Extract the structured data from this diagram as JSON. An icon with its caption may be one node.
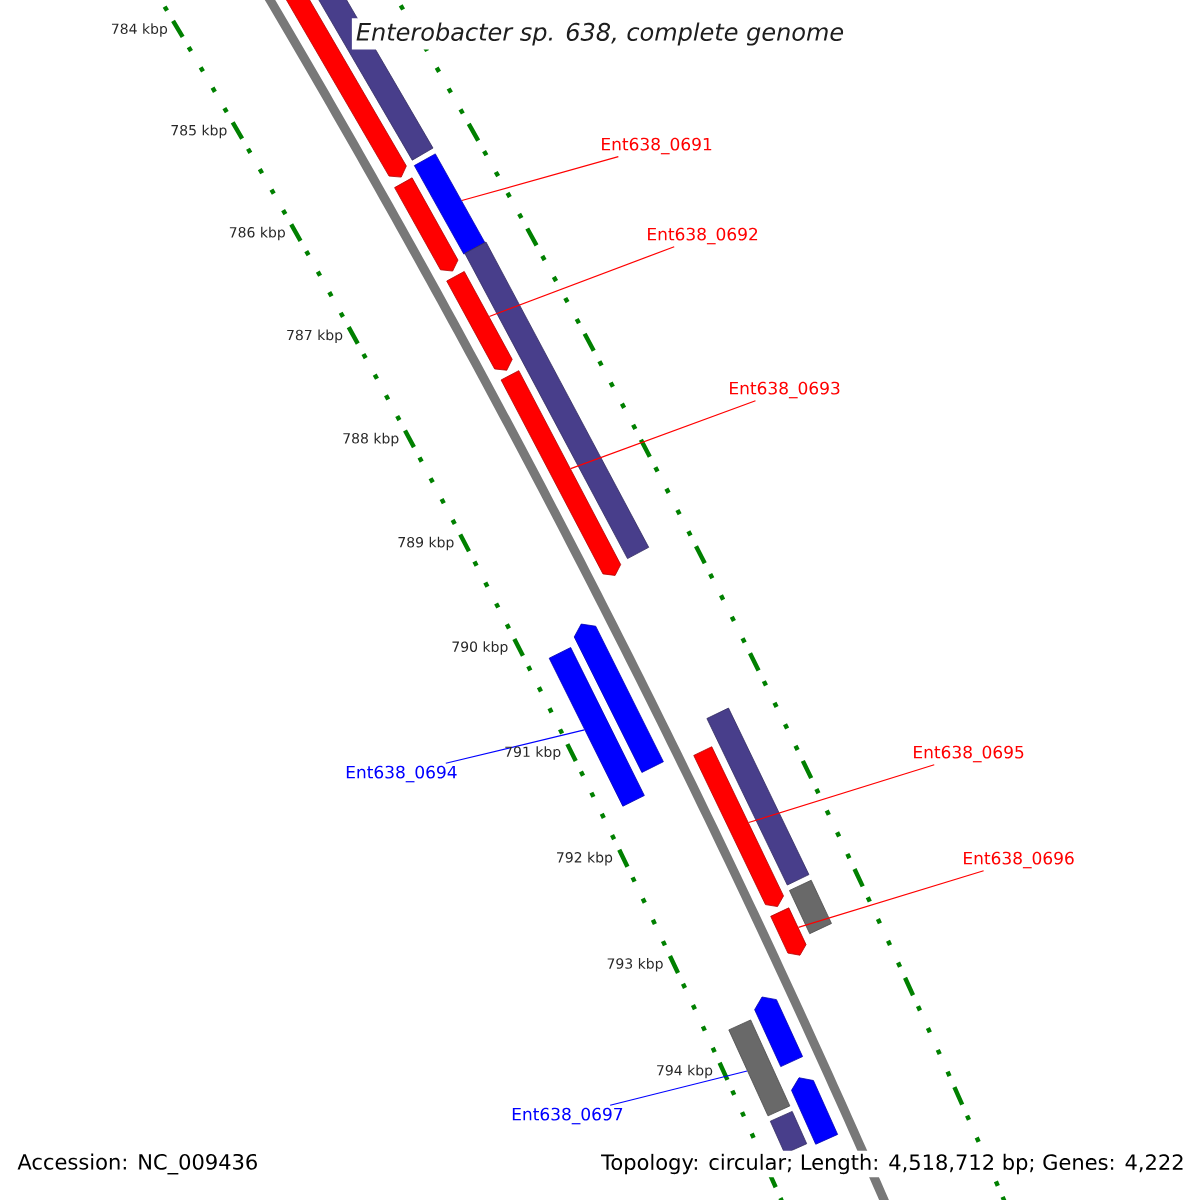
{
  "diagram": {
    "title": "Enterobacter sp. 638, complete genome",
    "nodes": [
      {
        "text": [
          "Ent638_0691"
        ]
      },
      {
        "text": [
          "Ent638_0692"
        ]
      },
      {
        "text": [
          "Ent638_0693"
        ]
      },
      {
        "text": [
          "Ent638_0694"
        ]
      },
      {
        "text": [
          "Ent638_0695"
        ]
      },
      {
        "text": [
          "Ent638_0696"
        ]
      },
      {
        "text": [
          "Ent638_0697"
        ]
      },
      {
        "text": [],
        "shape": "bar"
      },
      {
        "text": [],
        "shape": "bar"
      },
      {
        "text": [],
        "shape": "bar"
      },
      {
        "text": [],
        "shape": "bar"
      },
      {
        "text": [],
        "shape": "bar"
      },
      {
        "text": [],
        "shape": "bar"
      },
      {
        "text": [],
        "shape": "bar"
      },
      {
        "text": [],
        "shape": "bar"
      },
      {
        "text": [],
        "shape": "bar"
      },
      {
        "text": [],
        "shape": "bar"
      },
      {
        "text": [],
        "shape": "bar"
      },
      {
        "text": [],
        "shape": "bar"
      },
      {
        "text": [],
        "shape": "bar"
      },
      {
        "text": [],
        "shape": "bar"
      },
      {
        "text": [],
        "shape": "bar"
      },
      {
        "text": [],
        "shape": "bar"
      },
      {
        "text": [],
        "shape": "bar"
      }
    ],
    "edges": [
      {
        "from": 0,
        "to": 7,
        "arrow": "none"
      },
      {
        "from": 1,
        "to": 8,
        "arrow": "none"
      },
      {
        "from": 2,
        "to": 9,
        "arrow": "none"
      },
      {
        "from": 3,
        "to": 10,
        "arrow": "none",
        "color": "#0000ff"
      },
      {
        "from": 4,
        "to": 11,
        "arrow": "none"
      },
      {
        "from": 5,
        "to": 12,
        "arrow": "none"
      },
      {
        "from": 6,
        "to": 13,
        "arrow": "none",
        "color": "#0000ff"
      }
    ],
    "labels": [
      "784 kbp",
      "785 kbp",
      "786 kbp",
      "787 kbp",
      "788 kbp",
      "789 kbp",
      "790 kbp",
      "791 kbp",
      "792 kbp",
      "793 kbp",
      "794 kbp",
      "Accession: NC_009436",
      "Topology: circular; Length: 4,518,712 bp; Genes: 4,222"
    ]
  }
}
